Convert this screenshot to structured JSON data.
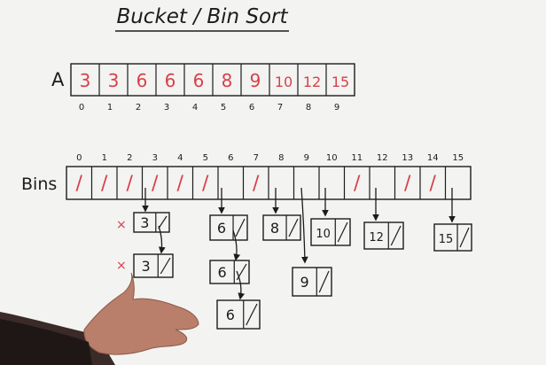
{
  "title": "Bucket / Bin Sort",
  "array": {
    "label": "A",
    "values": [
      "3",
      "3",
      "6",
      "6",
      "6",
      "8",
      "9",
      "10",
      "12",
      "15"
    ],
    "indices": [
      "0",
      "1",
      "2",
      "3",
      "4",
      "5",
      "6",
      "7",
      "8",
      "9"
    ]
  },
  "bins": {
    "label": "Bins",
    "indices": [
      "0",
      "1",
      "2",
      "3",
      "4",
      "5",
      "6",
      "7",
      "8",
      "9",
      "10",
      "11",
      "12",
      "13",
      "14",
      "15"
    ],
    "empty_mark": "/",
    "nodes": {
      "n3a": "3",
      "n3b": "3",
      "n6a": "6",
      "n6b": "6",
      "n6c": "6",
      "n8": "8",
      "n9": "9",
      "n10": "10",
      "n12": "12",
      "n15": "15"
    }
  },
  "marks": {
    "cross": "×"
  },
  "colors": {
    "ink": "#1c1c1c",
    "red": "#d8404a",
    "board": "#f3f3f1"
  }
}
